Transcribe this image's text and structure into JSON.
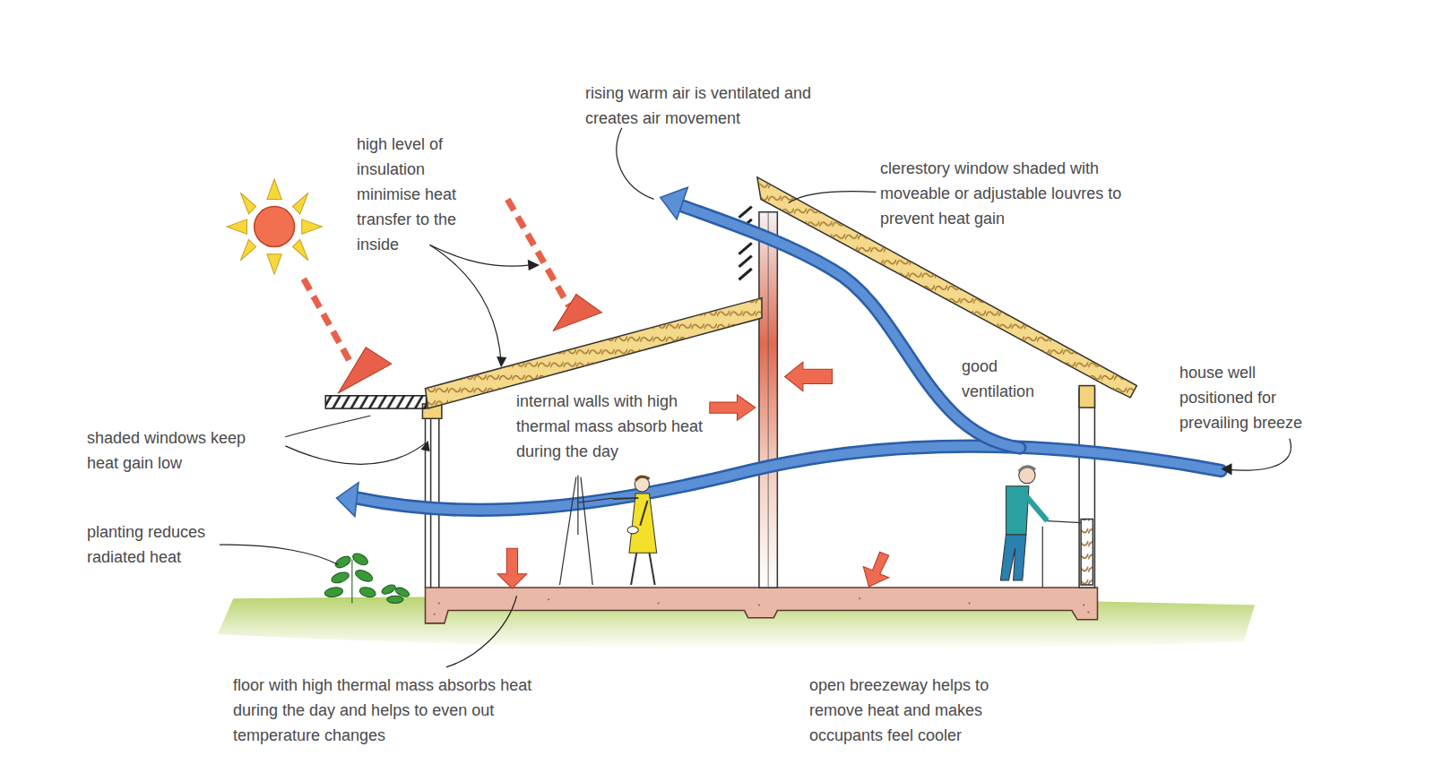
{
  "diagram": {
    "labels": [
      "rising warm air is ventilated and creates air movement",
      "high level of insulation minimise heat transfer to the inside",
      "clerestory window shaded with moveable or adjustable louvres to prevent heat gain",
      "internal walls with high thermal mass absorb heat during the day",
      "good ventilation",
      "house well positioned for prevailing breeze",
      "shaded windows keep heat gain low",
      "planting reduces radiated heat",
      "floor with high thermal mass absorbs heat during the day and helps to even out temperature changes",
      "open breezeway helps to remove heat and makes occupants feel cooler"
    ]
  }
}
